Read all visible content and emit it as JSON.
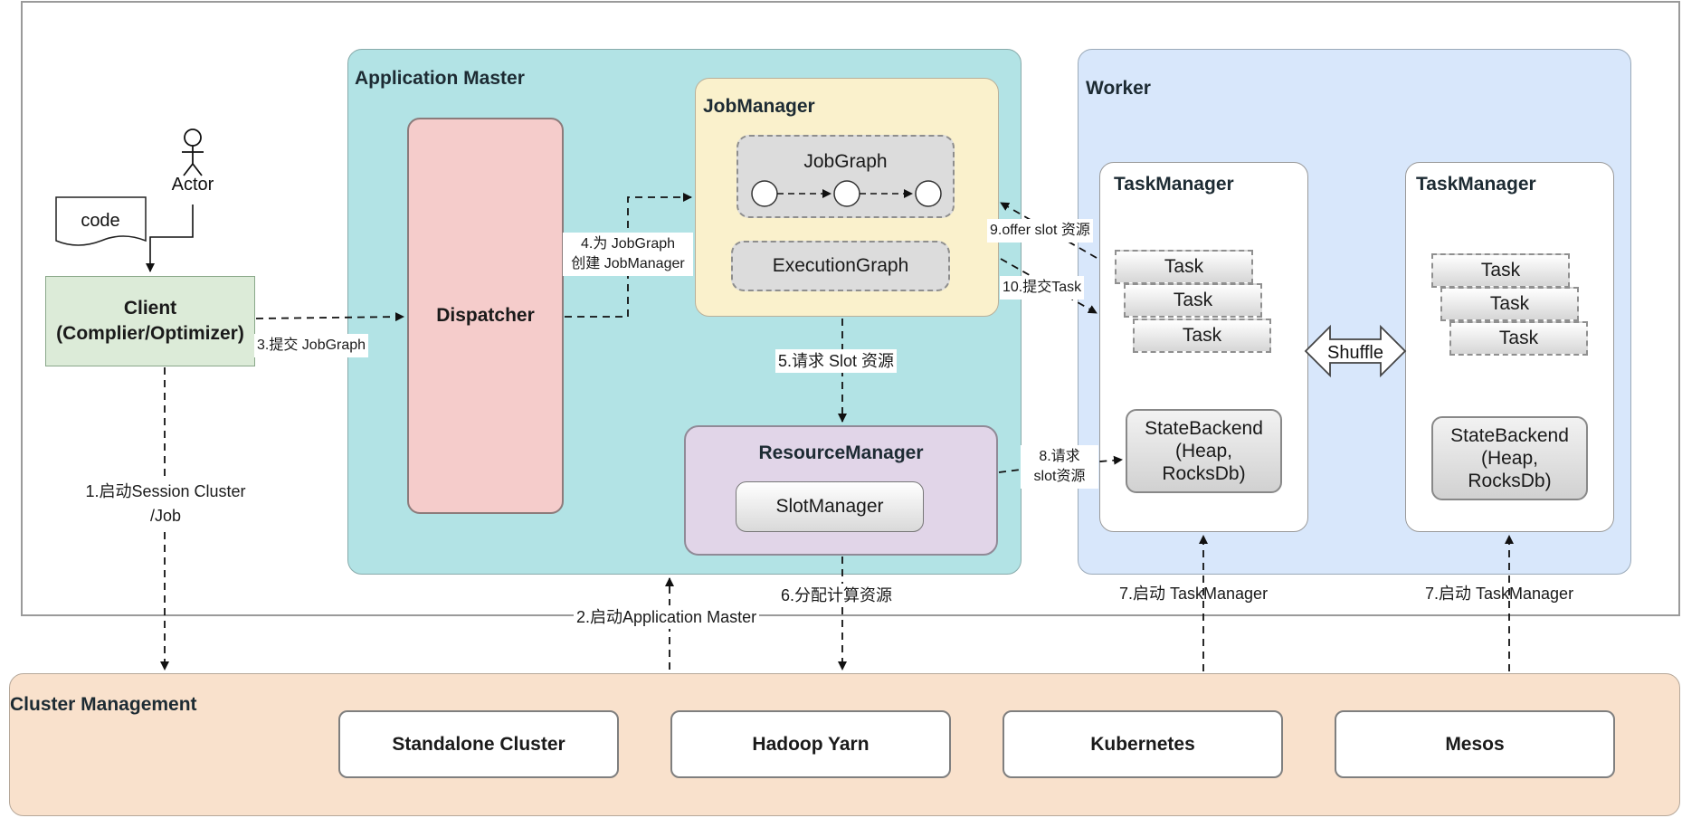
{
  "application_master": {
    "title": "Application Master"
  },
  "worker": {
    "title": "Worker"
  },
  "actor": {
    "label": "Actor"
  },
  "code": {
    "label": "code"
  },
  "client": {
    "label": "Client\n(Complier/Optimizer)"
  },
  "dispatcher": {
    "label": "Dispatcher"
  },
  "job_manager": {
    "title": "JobManager",
    "job_graph": "JobGraph",
    "execution_graph": "ExecutionGraph"
  },
  "resource_manager": {
    "title": "ResourceManager",
    "slot_manager": "SlotManager"
  },
  "task_managers": [
    {
      "title": "TaskManager",
      "tasks": [
        "Task",
        "Task",
        "Task"
      ],
      "state_backend": "StateBackend\n(Heap,\nRocksDb)"
    },
    {
      "title": "TaskManager",
      "tasks": [
        "Task",
        "Task",
        "Task"
      ],
      "state_backend": "StateBackend\n(Heap,\nRocksDb)"
    }
  ],
  "shuffle": {
    "label": "Shuffle"
  },
  "cluster_management": {
    "title": "Cluster Management",
    "items": [
      "Standalone Cluster",
      "Hadoop Yarn",
      "Kubernetes",
      "Mesos"
    ]
  },
  "steps": {
    "s1": "1.启动Session Cluster\n/Job",
    "s2": "2.启动Application Master",
    "s3": "3.提交 JobGraph",
    "s4": "4.为 JobGraph\n创建 JobManager",
    "s5": "5.请求 Slot 资源",
    "s6": "6.分配计算资源",
    "s7a": "7.启动 TaskManager",
    "s7b": "7.启动 TaskManager",
    "s8": "8.请求\nslot资源",
    "s9": "9.offer slot 资源",
    "s10": "10.提交Task"
  }
}
